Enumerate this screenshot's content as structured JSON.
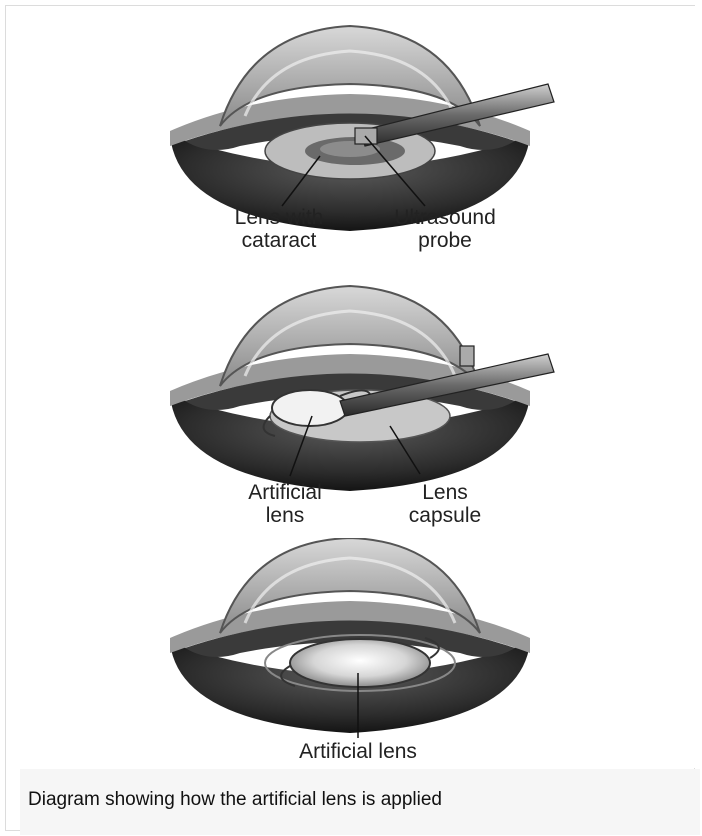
{
  "panels": [
    {
      "labels": [
        {
          "line1": "Lens with",
          "line2": "cataract"
        },
        {
          "line1": "Ultrasound",
          "line2": "probe"
        }
      ]
    },
    {
      "labels": [
        {
          "line1": "Artificial",
          "line2": "lens"
        },
        {
          "line1": "Lens",
          "line2": "capsule"
        }
      ]
    },
    {
      "labels": [
        {
          "line1": "Artificial lens"
        }
      ]
    }
  ],
  "caption": "Diagram showing how the artificial lens is applied"
}
